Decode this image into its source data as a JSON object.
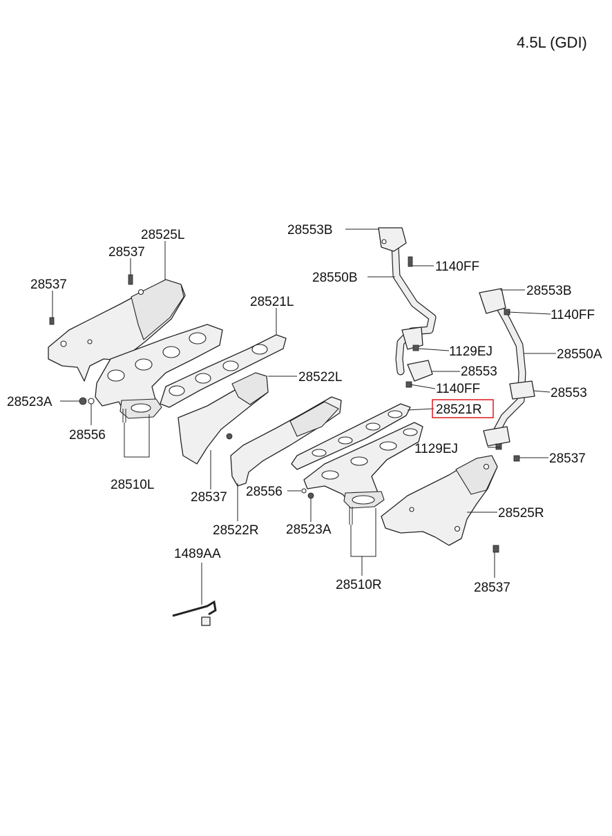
{
  "title": "4.5L (GDI)",
  "highlight_color": "#e0252b",
  "callouts": {
    "c01": "28553B",
    "c02": "1140FF",
    "c03": "28550B",
    "c04": "28553B",
    "c05": "1140FF",
    "c06": "1129EJ",
    "c07": "28550A",
    "c08": "28553",
    "c09": "28553",
    "c10": "1140FF",
    "c11": "28521R",
    "c12": "1129EJ",
    "c13": "28537",
    "c14": "28525L",
    "c15": "28537",
    "c16": "28537",
    "c17": "28521L",
    "c18": "28522L",
    "c19": "28523A",
    "c20": "28556",
    "c21": "28510L",
    "c22": "28537",
    "c23": "28556",
    "c24": "28522R",
    "c25": "28523A",
    "c26": "28525R",
    "c27": "28510R",
    "c28": "28537",
    "c29": "1489AA"
  }
}
